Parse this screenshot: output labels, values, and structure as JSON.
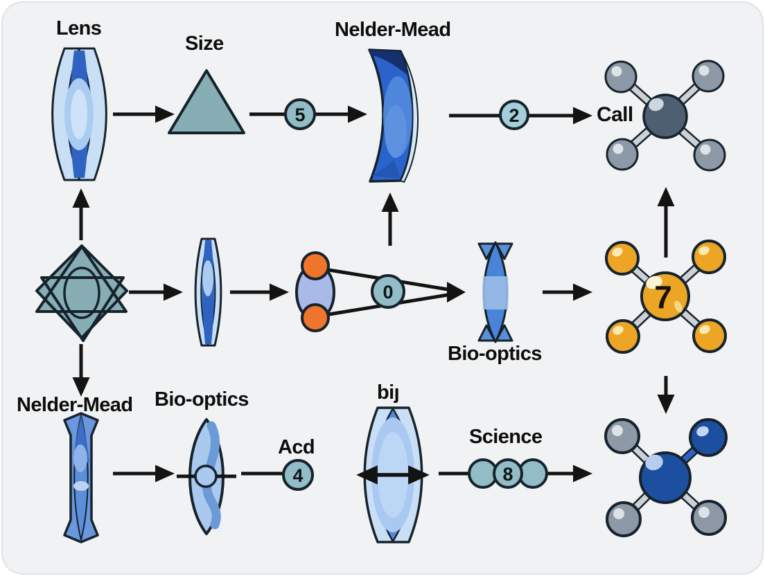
{
  "labels": {
    "lens": "Lens",
    "size": "Size",
    "nelder_mead_top": "Nelder-Mead",
    "call": "Call",
    "bio_optics_mid": "Bio-optics",
    "nelder_mead_bottom": "Nelder-Mead",
    "bio_optics_bottom": "Bio-optics",
    "acd": "Acd",
    "bij": "biȷ",
    "science": "Science"
  },
  "badges": {
    "five": "5",
    "two": "2",
    "zero": "0",
    "seven": "7",
    "four": "4",
    "eight": "8"
  },
  "colors": {
    "arrow": "#131313",
    "frame_bg": "#f1f2f3",
    "teal_shape": "#87aeb5",
    "badge_fill": "#92bdc6",
    "badge_fill_light": "#a5cedb",
    "orange_node": "#f0752c",
    "cone_ellipse": "#a9b9e8",
    "lens_shell": "#c9dff5",
    "lens_body": "#4a84d8",
    "lens_core": "#2f63c2",
    "lens_highlight": "#a9ccf0",
    "meniscus_body": "#2b63cc",
    "meniscus_dark": "#16306e",
    "meniscus_sliver": "#d6e8f8",
    "molecule_gray_center": "#4e5f72",
    "molecule_gray_satellite": "#8d99a6",
    "molecule_yellow": "#eca525",
    "molecule_blue": "#1c4fa0",
    "bond_gray": "#ccd1d6",
    "bond_blue": "#2f62c4"
  }
}
